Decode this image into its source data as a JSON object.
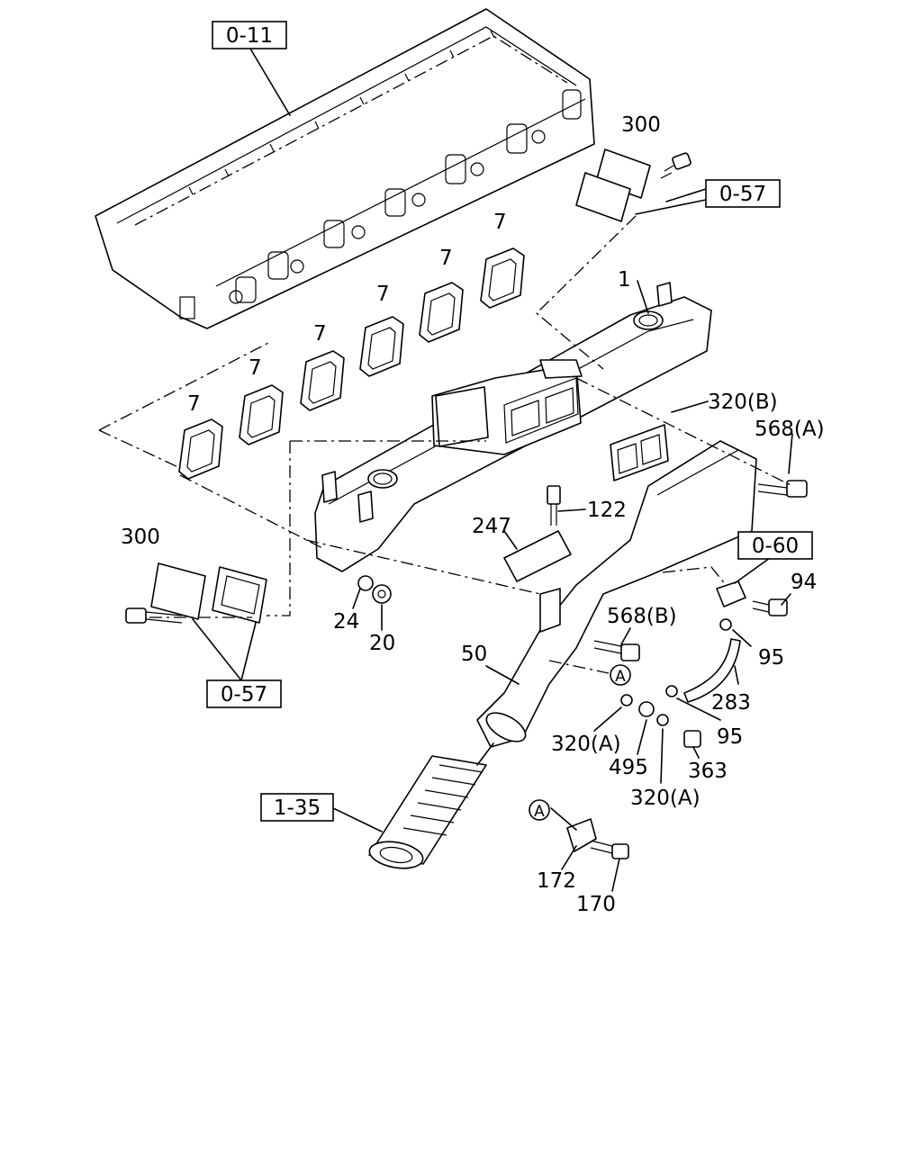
{
  "refs": {
    "r0_11": "0-11",
    "r0_57_top": "0-57",
    "r0_57_bottom": "0-57",
    "r0_60": "0-60",
    "r1_35": "1-35"
  },
  "callouts": {
    "c300_top": "300",
    "c300_left": "300",
    "c1": "1",
    "c7a": "7",
    "c7b": "7",
    "c7c": "7",
    "c7d": "7",
    "c7e": "7",
    "c7f": "7",
    "c320B": "320(B)",
    "c568A": "568(A)",
    "c122": "122",
    "c247": "247",
    "c94": "94",
    "c568B": "568(B)",
    "c95a": "95",
    "c95b": "95",
    "c24": "24",
    "c20": "20",
    "c50": "50",
    "c283": "283",
    "c320A_1": "320(A)",
    "c320A_2": "320(A)",
    "c495": "495",
    "c363": "363",
    "c172": "172",
    "c170": "170",
    "circA_1": "A",
    "circA_2": "A"
  }
}
